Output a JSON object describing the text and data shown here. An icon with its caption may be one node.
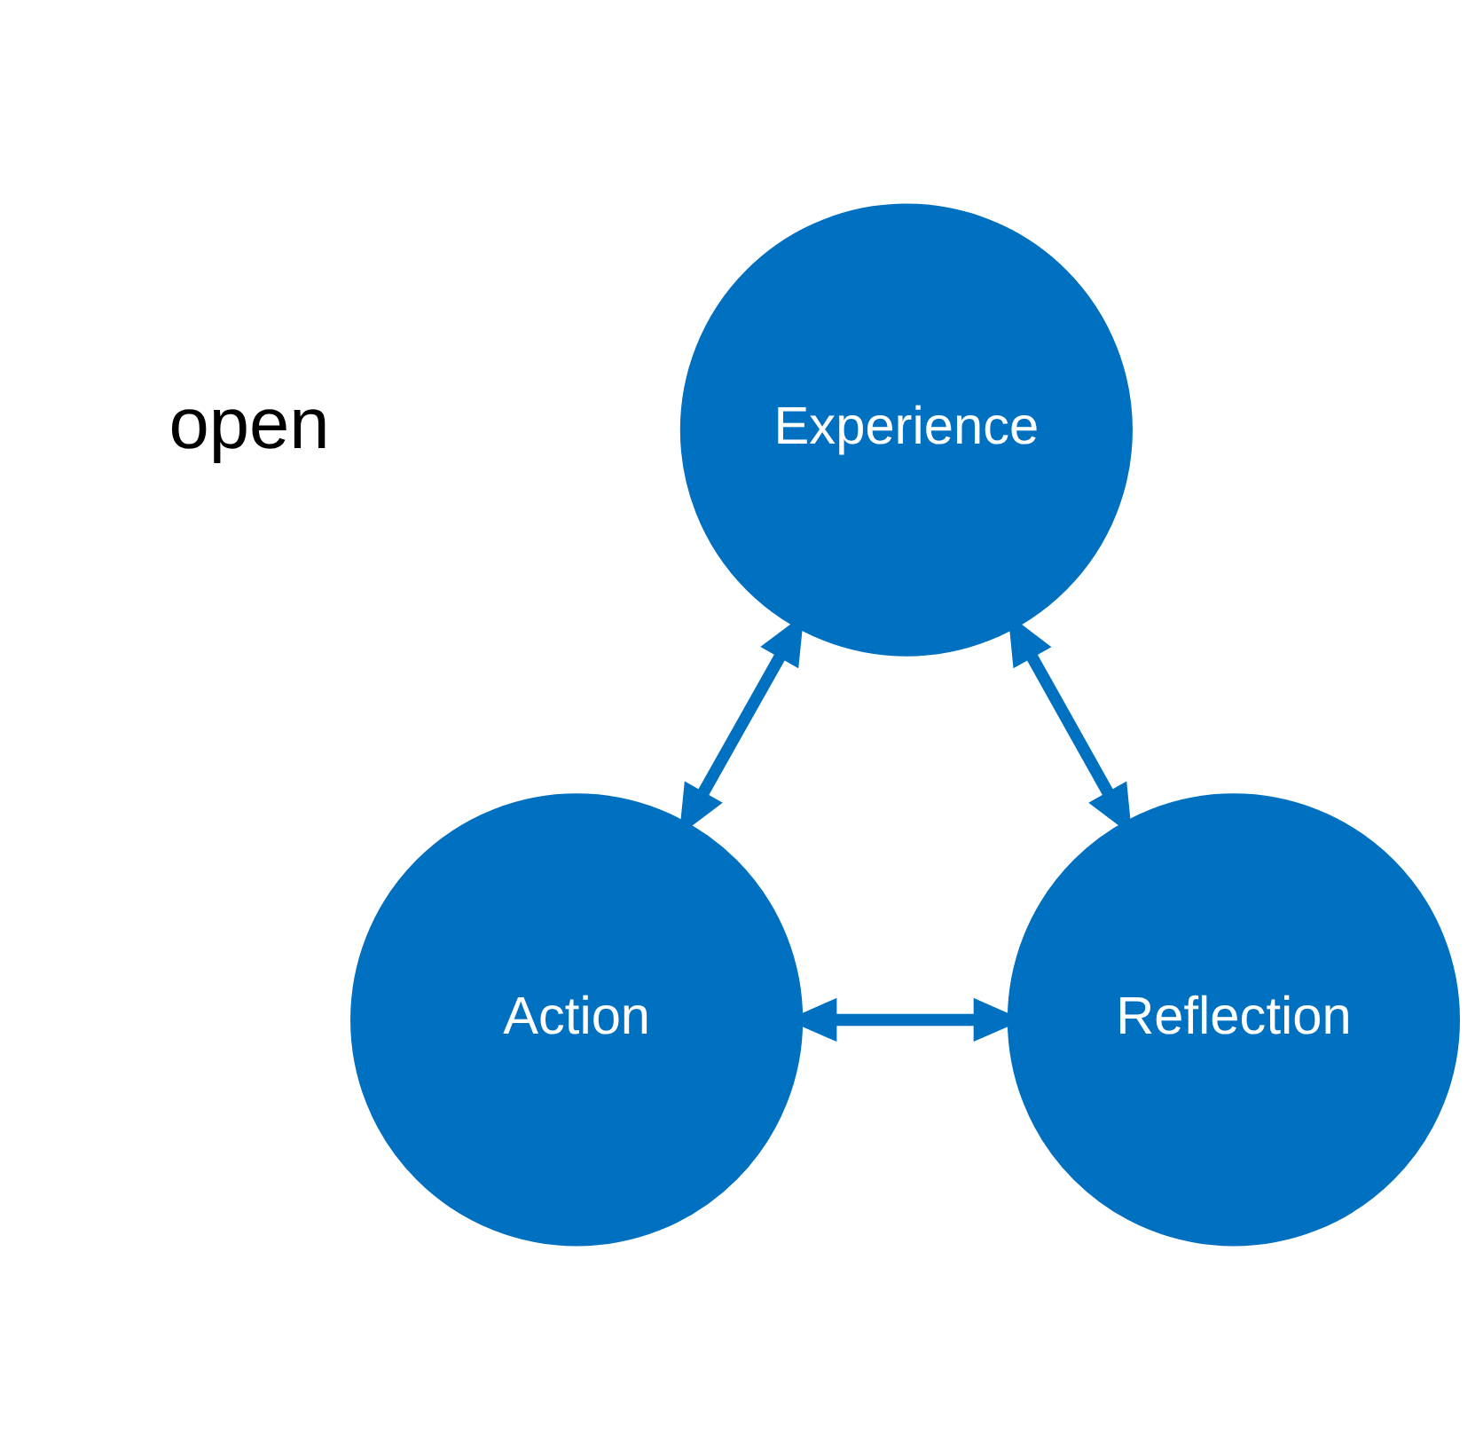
{
  "diagram": {
    "nodes": [
      {
        "text": [
          "Experience"
        ]
      },
      {
        "text": [
          "Action"
        ]
      },
      {
        "text": [
          "Reflection"
        ]
      }
    ],
    "edges": [
      {
        "from": 0,
        "to": 1,
        "arrow": "both"
      },
      {
        "from": 0,
        "to": 2,
        "arrow": "both"
      },
      {
        "from": 1,
        "to": 2,
        "arrow": "both"
      }
    ],
    "labels": [
      "open"
    ]
  }
}
